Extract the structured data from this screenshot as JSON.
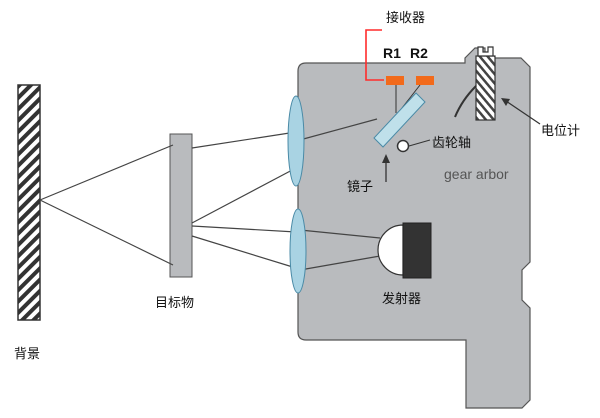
{
  "labels": {
    "receiver": "接收器",
    "r1": "R1",
    "r2": "R2",
    "potentiometer": "电位计",
    "gear_shaft": "齿轮轴",
    "gear_arbor": "gear arbor",
    "mirror": "镜子",
    "target": "目标物",
    "emitter": "发射器",
    "background": "背景"
  },
  "colors": {
    "housing": "#b9bbbe",
    "housing_stroke": "#555555",
    "lens": "#a9d3e3",
    "lens_stroke": "#4a8aa6",
    "sensor": "#f26a1b",
    "mirror": "#bfe0ea",
    "target_block": "#b9bbbe",
    "emitter_dark": "#333333",
    "ray": "#444444"
  }
}
